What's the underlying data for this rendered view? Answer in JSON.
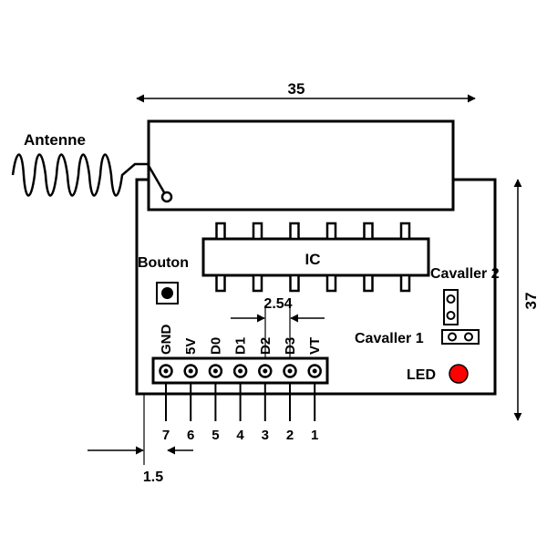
{
  "dimensions": {
    "width": "35",
    "height": "37",
    "pin_pitch": "2.54",
    "edge_offset": "1.5"
  },
  "labels": {
    "antenna": "Antenne",
    "ic": "IC",
    "button": "Bouton",
    "jumper2": "Cavaller 2",
    "jumper1": "Cavaller 1",
    "led": "LED"
  },
  "pins": [
    {
      "name": "GND",
      "number": "7"
    },
    {
      "name": "5V",
      "number": "6"
    },
    {
      "name": "D0",
      "number": "5"
    },
    {
      "name": "D1",
      "number": "4"
    },
    {
      "name": "D2",
      "number": "3"
    },
    {
      "name": "D3",
      "number": "2"
    },
    {
      "name": "VT",
      "number": "1"
    }
  ],
  "colors": {
    "led": "#ff0000",
    "line": "#000000",
    "background": "#ffffff"
  }
}
